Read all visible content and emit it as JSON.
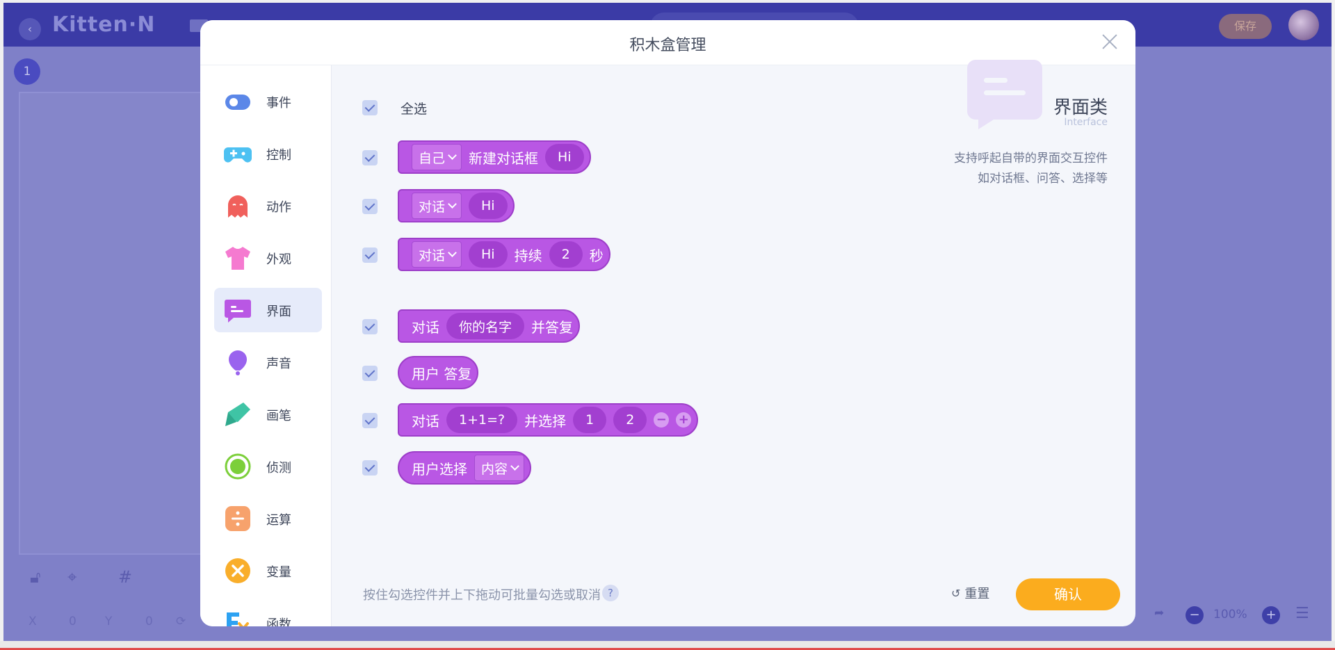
{
  "app": {
    "logo": "Kitten·N",
    "save_label": "保存",
    "scene_number": "1",
    "coords": {
      "x_label": "X",
      "x_value": "0",
      "y_label": "Y",
      "y_value": "0"
    },
    "zoom": "100%"
  },
  "modal": {
    "title": "积木盒管理",
    "sidebar": [
      {
        "label": "事件",
        "icon": "toggle-icon",
        "color": "#5b87e8"
      },
      {
        "label": "控制",
        "icon": "gamepad-icon",
        "color": "#4dc1f2"
      },
      {
        "label": "动作",
        "icon": "ghost-icon",
        "color": "#f0605c"
      },
      {
        "label": "外观",
        "icon": "shirt-icon",
        "color": "#f57ad0"
      },
      {
        "label": "界面",
        "icon": "chat-bubble-icon",
        "color": "#b957e4",
        "active": true
      },
      {
        "label": "声音",
        "icon": "balloon-icon",
        "color": "#9a63ee"
      },
      {
        "label": "画笔",
        "icon": "pen-icon",
        "color": "#3fc4a5"
      },
      {
        "label": "侦测",
        "icon": "detect-icon",
        "color": "#7ccf3a"
      },
      {
        "label": "运算",
        "icon": "divide-icon",
        "color": "#f7a26c"
      },
      {
        "label": "变量",
        "icon": "variable-icon",
        "color": "#f9ae2b"
      },
      {
        "label": "函数",
        "icon": "function-icon",
        "color": "#2da2f2"
      }
    ],
    "select_all_label": "全选",
    "blocks": {
      "b1": {
        "dropdown": "自己",
        "text": "新建对话框",
        "slot": "Hi"
      },
      "b2": {
        "dropdown": "对话",
        "slot": "Hi"
      },
      "b3": {
        "dropdown": "对话",
        "slot": "Hi",
        "text": "持续",
        "slot2": "2",
        "text2": "秒"
      },
      "b4": {
        "text": "对话",
        "slot": "你的名字",
        "text2": "并答复"
      },
      "b5": {
        "text": "用户 答复"
      },
      "b6": {
        "text": "对话",
        "slot": "1+1=?",
        "text2": "并选择",
        "opt1": "1",
        "opt2": "2",
        "minus": "−",
        "plus": "+"
      },
      "b7": {
        "text": "用户选择",
        "dropdown": "内容"
      }
    },
    "info": {
      "title": "界面类",
      "subtitle": "Interface",
      "desc_line1": "支持呼起自带的界面交互控件",
      "desc_line2": "如对话框、问答、选择等"
    },
    "hint": "按住勾选控件并上下拖动可批量勾选或取消",
    "help": "?",
    "reset_label": "重置",
    "confirm_label": "确认"
  }
}
